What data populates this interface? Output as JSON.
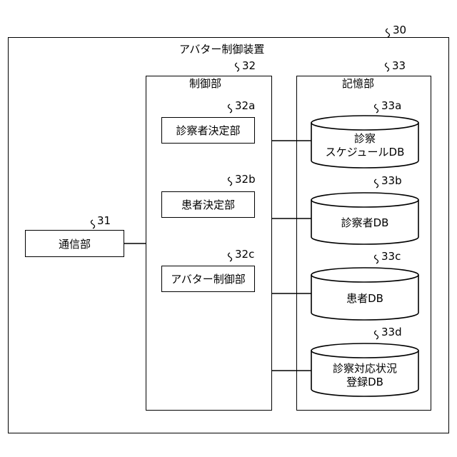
{
  "outer": {
    "ref": "30",
    "title": "アバター制御装置"
  },
  "comm": {
    "ref": "31",
    "label": "通信部"
  },
  "control": {
    "ref": "32",
    "title": "制御部",
    "modules": [
      {
        "ref": "32a",
        "label": "診察者決定部"
      },
      {
        "ref": "32b",
        "label": "患者決定部"
      },
      {
        "ref": "32c",
        "label": "アバター制御部"
      }
    ]
  },
  "storage": {
    "ref": "33",
    "title": "記憶部",
    "databases": [
      {
        "ref": "33a",
        "line1": "診察",
        "line2": "スケジュールDB"
      },
      {
        "ref": "33b",
        "line1": "診察者DB",
        "line2": ""
      },
      {
        "ref": "33c",
        "line1": "患者DB",
        "line2": ""
      },
      {
        "ref": "33d",
        "line1": "診察対応状況",
        "line2": "登録DB"
      }
    ]
  }
}
